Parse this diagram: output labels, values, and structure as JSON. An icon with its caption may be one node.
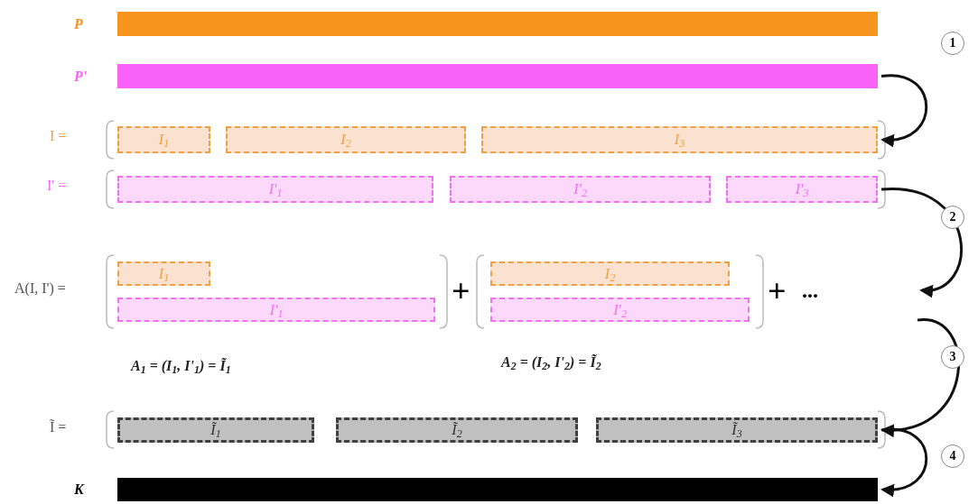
{
  "diagram": {
    "nodes": [
      {
        "text": [],
        "shape": "bar",
        "beside": [
          "P"
        ]
      },
      {
        "text": [],
        "shape": "bar",
        "beside": [
          "P'"
        ]
      },
      {
        "text": [
          "I$_{1}$"
        ]
      },
      {
        "text": [
          "I$_{2}$"
        ]
      },
      {
        "text": [
          "I$_{3}$"
        ]
      },
      {
        "text": [
          "I'$_{1}$"
        ]
      },
      {
        "text": [
          "I'$_{2}$"
        ]
      },
      {
        "text": [
          "I'$_{3}$"
        ]
      },
      {
        "text": [
          "I$_{1}$"
        ]
      },
      {
        "text": [
          "I'$_{1}$"
        ]
      },
      {
        "text": [
          "I$_{2}$"
        ]
      },
      {
        "text": [
          "I'$_{2}$"
        ]
      },
      {
        "text": [
          "Ĩ$_{1}$"
        ]
      },
      {
        "text": [
          "Ĩ$_{2}$"
        ]
      },
      {
        "text": [
          "Ĩ$_{3}$"
        ]
      },
      {
        "text": [],
        "shape": "bar",
        "beside": [
          "K"
        ]
      }
    ],
    "edges": [
      {
        "from": 1,
        "to": 4,
        "arrow": "to",
        "label": "1"
      },
      {
        "from": 7,
        "to": null,
        "arrow": "to",
        "label": "2"
      },
      {
        "from": null,
        "to": 14,
        "arrow": "to",
        "label": "3"
      },
      {
        "from": 14,
        "to": 15,
        "arrow": "to",
        "label": "4"
      }
    ],
    "labels": [
      "I =",
      "I' =",
      "A(I, I') =",
      "+",
      "+",
      "...",
      "A$_{1}$ = (I$_{1}$, I'$_{1}$) = Ĩ$_{1}$",
      "A$_{2}$ = (I$_{2}$, I'$_{2}$) = Ĩ$_{2}$",
      "Ĩ ="
    ]
  }
}
